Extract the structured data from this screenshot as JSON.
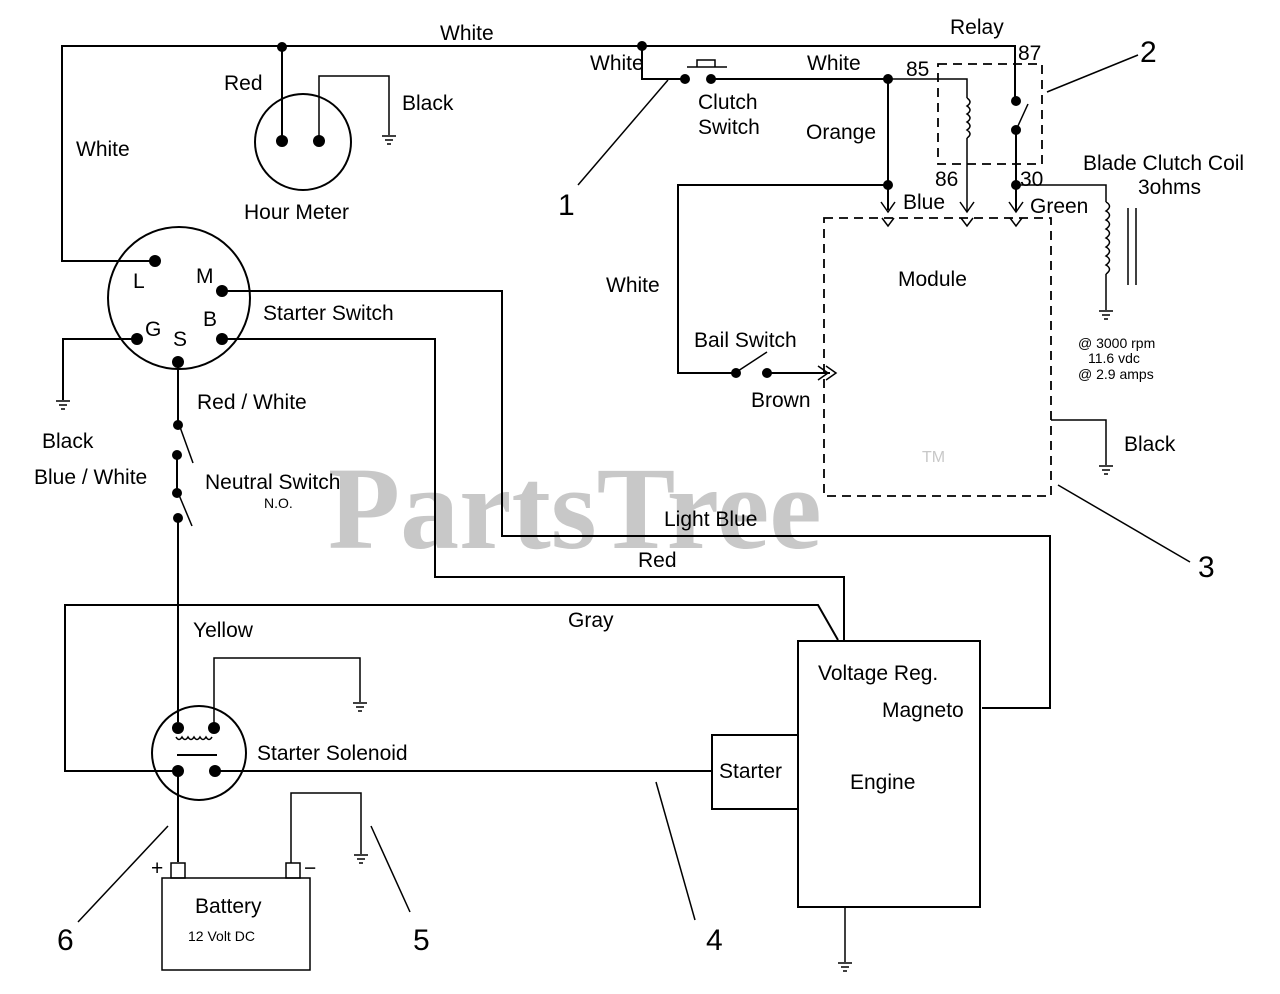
{
  "watermark": {
    "text": "PartsTree",
    "tm": "TM"
  },
  "components": {
    "hour_meter": "Hour Meter",
    "starter_switch": "Starter Switch",
    "starter_switch_terminals": {
      "L": "L",
      "M": "M",
      "G": "G",
      "S": "S",
      "B": "B"
    },
    "clutch_switch_line1": "Clutch",
    "clutch_switch_line2": "Switch",
    "relay": "Relay",
    "relay_terminals": {
      "t85": "85",
      "t86": "86",
      "t87": "87",
      "t30": "30"
    },
    "blade_clutch_coil_line1": "Blade Clutch Coil",
    "blade_clutch_coil_line2": "3ohms",
    "coil_spec": [
      "@ 3000 rpm",
      "11.6 vdc",
      "@ 2.9 amps"
    ],
    "module": "Module",
    "bail_switch": "Bail Switch",
    "neutral_switch": "Neutral Switch",
    "neutral_switch_note": "N.O.",
    "starter_solenoid": "Starter Solenoid",
    "battery": "Battery",
    "battery_rating": "12 Volt DC",
    "battery_plus": "+",
    "battery_minus": "−",
    "voltage_reg": "Voltage Reg.",
    "magneto": "Magneto",
    "engine": "Engine",
    "starter": "Starter"
  },
  "wires": {
    "white_top": "White",
    "white_left": "White",
    "red_hour_meter": "Red",
    "black_hour_meter": "Black",
    "white_clutch_in": "White",
    "white_clutch_out": "White",
    "orange": "Orange",
    "blue": "Blue",
    "green": "Green",
    "white_bail": "White",
    "brown": "Brown",
    "black_module": "Black",
    "red_white": "Red / White",
    "black_ground": "Black",
    "blue_white": "Blue / White",
    "light_blue": "Light Blue",
    "red_engine": "Red",
    "gray": "Gray",
    "yellow": "Yellow"
  },
  "callouts": [
    "1",
    "2",
    "3",
    "4",
    "5",
    "6"
  ]
}
